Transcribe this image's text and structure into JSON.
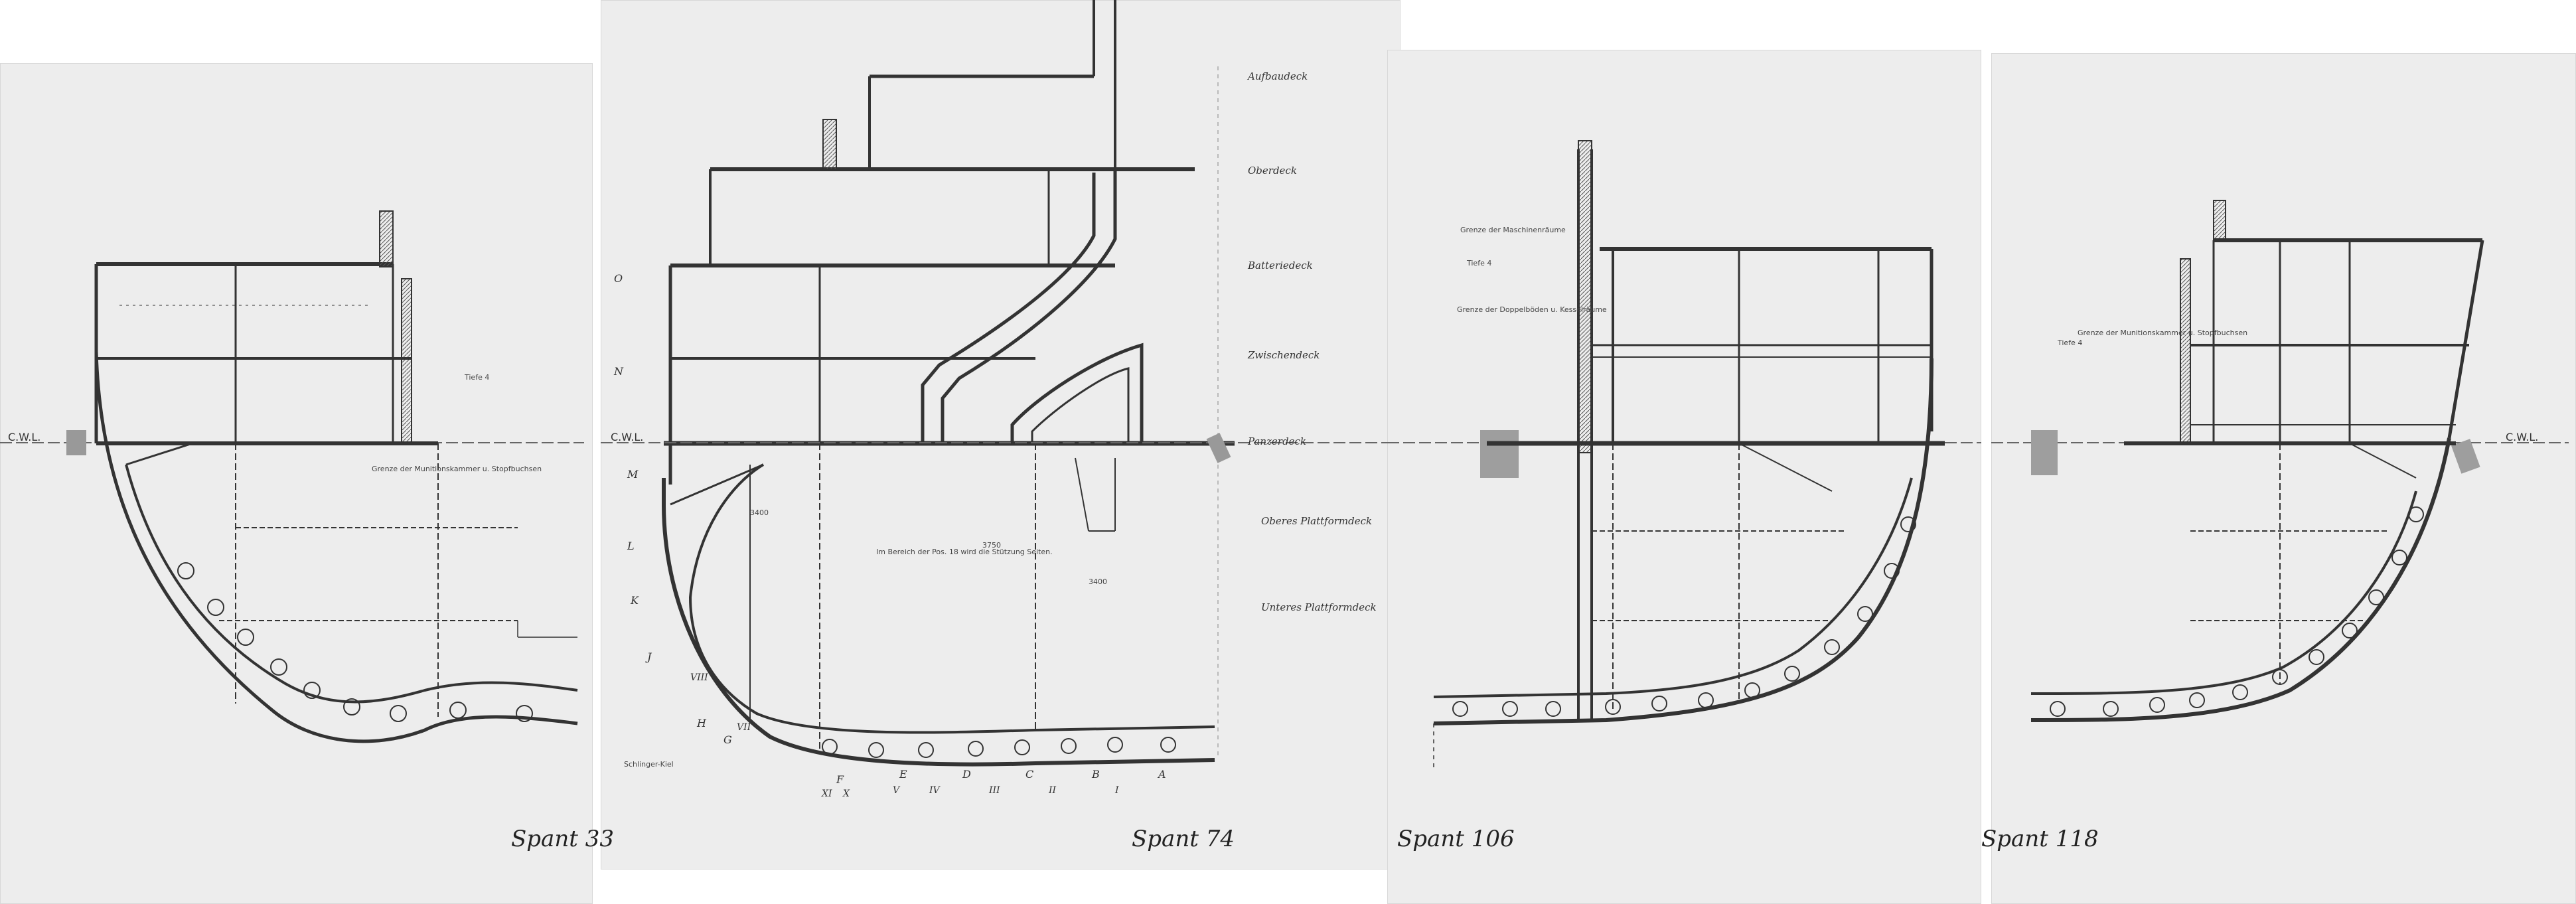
{
  "sections": [
    {
      "title": "Spant 33"
    },
    {
      "title": "Spant 74"
    },
    {
      "title": "Spant 106"
    },
    {
      "title": "Spant 118"
    }
  ],
  "decks": {
    "aufbaudeck": "Aufbaudeck",
    "oberdeck": "Oberdeck",
    "batteriedeck": "Batteriedeck",
    "zwischendeck": "Zwischendeck",
    "panzerdeck": "Panzerdeck",
    "oberes_plattformdeck": "Oberes Plattformdeck",
    "unteres_plattformdeck": "Unteres Plattformdeck"
  },
  "cwl_label": "C.W.L.",
  "spant74": {
    "dim_upper": "3400",
    "dim_center": "3750",
    "dim_right": "3400",
    "stringer_letters": [
      "O",
      "N",
      "M",
      "L",
      "K",
      "J",
      "H",
      "G"
    ],
    "keel_letters": [
      "F",
      "E",
      "D",
      "C",
      "B",
      "A"
    ],
    "roman_left": [
      "VIII",
      "VII"
    ],
    "roman_bottom": [
      "XI",
      "X",
      "V",
      "IV",
      "III",
      "II",
      "I"
    ],
    "schlingerkiel": "Schlinger-Kiel",
    "note": "Im Bereich der Pos. 18 wird die Stützung Seiten."
  },
  "spant33": {
    "note": "Grenze der Munitionskammer u. Stopfbuchsen",
    "tiefe": "Tiefe 4"
  },
  "spant106": {
    "note1": "Grenze der Maschinenräume",
    "note2": "Grenze der Doppelböden u. Kesselräume",
    "tiefe": "Tiefe 4"
  },
  "spant118": {
    "note": "Grenze der Munitionskammer u. Stopfbuchsen",
    "tiefe": "Tiefe 4"
  }
}
